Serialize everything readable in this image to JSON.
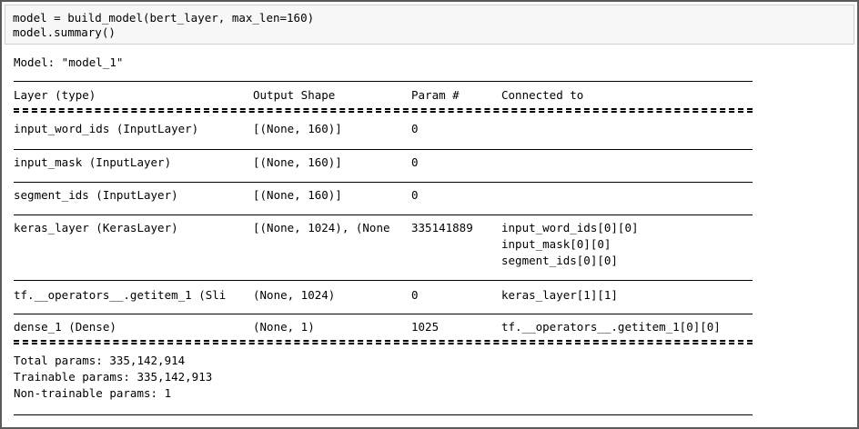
{
  "code": {
    "line1": "model = build_model(bert_layer, max_len=160)",
    "line2": "model.summary()"
  },
  "summary": {
    "model_line": "Model: \"model_1\"",
    "headers": {
      "layer": "Layer (type)",
      "shape": "Output Shape",
      "param": "Param #",
      "connected": "Connected to"
    },
    "rows": [
      {
        "layer": "input_word_ids (InputLayer)",
        "shape": "[(None, 160)]",
        "param": "0",
        "connected": []
      },
      {
        "layer": "input_mask (InputLayer)",
        "shape": "[(None, 160)]",
        "param": "0",
        "connected": []
      },
      {
        "layer": "segment_ids (InputLayer)",
        "shape": "[(None, 160)]",
        "param": "0",
        "connected": []
      },
      {
        "layer": "keras_layer (KerasLayer)",
        "shape": "[(None, 1024), (None",
        "param": "335141889",
        "connected": [
          "input_word_ids[0][0]",
          "input_mask[0][0]",
          "segment_ids[0][0]"
        ]
      },
      {
        "layer": "tf.__operators__.getitem_1 (Sli",
        "shape": "(None, 1024)",
        "param": "0",
        "connected": [
          "keras_layer[1][1]"
        ]
      },
      {
        "layer": "dense_1 (Dense)",
        "shape": "(None, 1)",
        "param": "1025",
        "connected": [
          "tf.__operators__.getitem_1[0][0]"
        ]
      }
    ],
    "totals": {
      "total": "Total params: 335,142,914",
      "trainable": "Trainable params: 335,142,913",
      "non_trainable": "Non-trainable params: 1"
    }
  }
}
